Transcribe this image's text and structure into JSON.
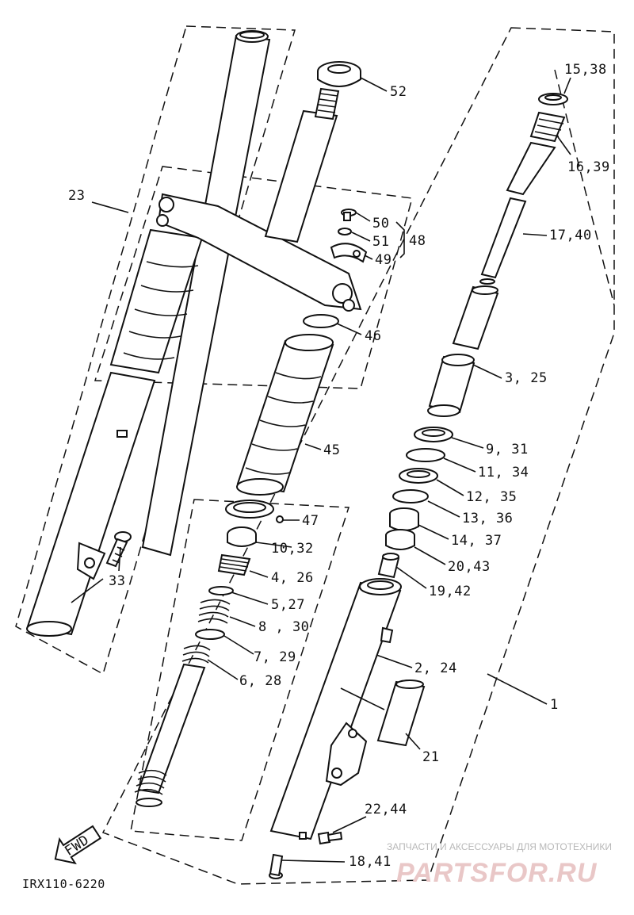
{
  "diagram": {
    "drawing_code": "IRX110-6220",
    "fwd_label": "FWD",
    "callouts": [
      {
        "id": "c1",
        "text": "15,38"
      },
      {
        "id": "c2",
        "text": "16,39"
      },
      {
        "id": "c3",
        "text": "17,40"
      },
      {
        "id": "c4",
        "text": "3, 25"
      },
      {
        "id": "c5",
        "text": "9, 31"
      },
      {
        "id": "c6",
        "text": "11, 34"
      },
      {
        "id": "c7",
        "text": "12, 35"
      },
      {
        "id": "c8",
        "text": "13, 36"
      },
      {
        "id": "c9",
        "text": "14, 37"
      },
      {
        "id": "c10",
        "text": "20,43"
      },
      {
        "id": "c11",
        "text": "19,42"
      },
      {
        "id": "c12",
        "text": "2, 24"
      },
      {
        "id": "c13",
        "text": "1"
      },
      {
        "id": "c14",
        "text": "21"
      },
      {
        "id": "c15",
        "text": "22,44"
      },
      {
        "id": "c16",
        "text": "18,41"
      },
      {
        "id": "c17",
        "text": "52"
      },
      {
        "id": "c18",
        "text": "23"
      },
      {
        "id": "c19",
        "text": "50"
      },
      {
        "id": "c20",
        "text": "51"
      },
      {
        "id": "c21",
        "text": "48"
      },
      {
        "id": "c22",
        "text": "49"
      },
      {
        "id": "c23",
        "text": "46"
      },
      {
        "id": "c24",
        "text": "45"
      },
      {
        "id": "c25",
        "text": "47"
      },
      {
        "id": "c26",
        "text": "10,32"
      },
      {
        "id": "c27",
        "text": "4, 26"
      },
      {
        "id": "c28",
        "text": "5,27"
      },
      {
        "id": "c29",
        "text": "8 , 30"
      },
      {
        "id": "c30",
        "text": "7, 29"
      },
      {
        "id": "c31",
        "text": "6, 28"
      },
      {
        "id": "c32",
        "text": "33"
      }
    ]
  },
  "watermark": {
    "caption": "ЗАПЧАСТИ И АКСЕССУАРЫ ДЛЯ МОТОТЕХНИКИ",
    "logo": "PARTSFOR.RU"
  },
  "colors": {
    "line": "#111111",
    "background": "#ffffff",
    "watermark_caption": "#b8b8b8",
    "watermark_logo": "#e9c7c7"
  }
}
